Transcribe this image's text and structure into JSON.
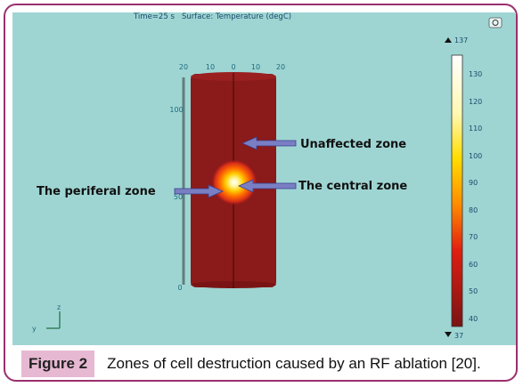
{
  "header": {
    "time": "Time=25 s",
    "surface": "Surface: Temperature (degC)"
  },
  "colorbar": {
    "max_label": "137",
    "min_label": "37",
    "ticks": [
      "130",
      "120",
      "110",
      "100",
      "90",
      "80",
      "70",
      "60",
      "50",
      "40"
    ]
  },
  "axes": {
    "top_ticks": [
      "20",
      "10",
      "0",
      "10",
      "20"
    ],
    "left_ticks": [
      "100",
      "50",
      "0"
    ],
    "triad_z": "z",
    "triad_y": "y"
  },
  "annotations": {
    "unaffected": "Unaffected zone",
    "central": "The central zone",
    "periferal": "The periferal zone"
  },
  "caption": {
    "label": "Figure 2",
    "text": "Zones of cell destruction caused by an RF ablation [20]."
  },
  "colors": {
    "background": "#9ed5d3",
    "cylinder": "#8b1a1a",
    "frame": "#9b2f6e",
    "label_bg": "#e7b8d2",
    "arrow": "#7a7fc4"
  },
  "icons": [
    "camera-icon",
    "arrow-up-icon",
    "arrow-down-icon"
  ]
}
